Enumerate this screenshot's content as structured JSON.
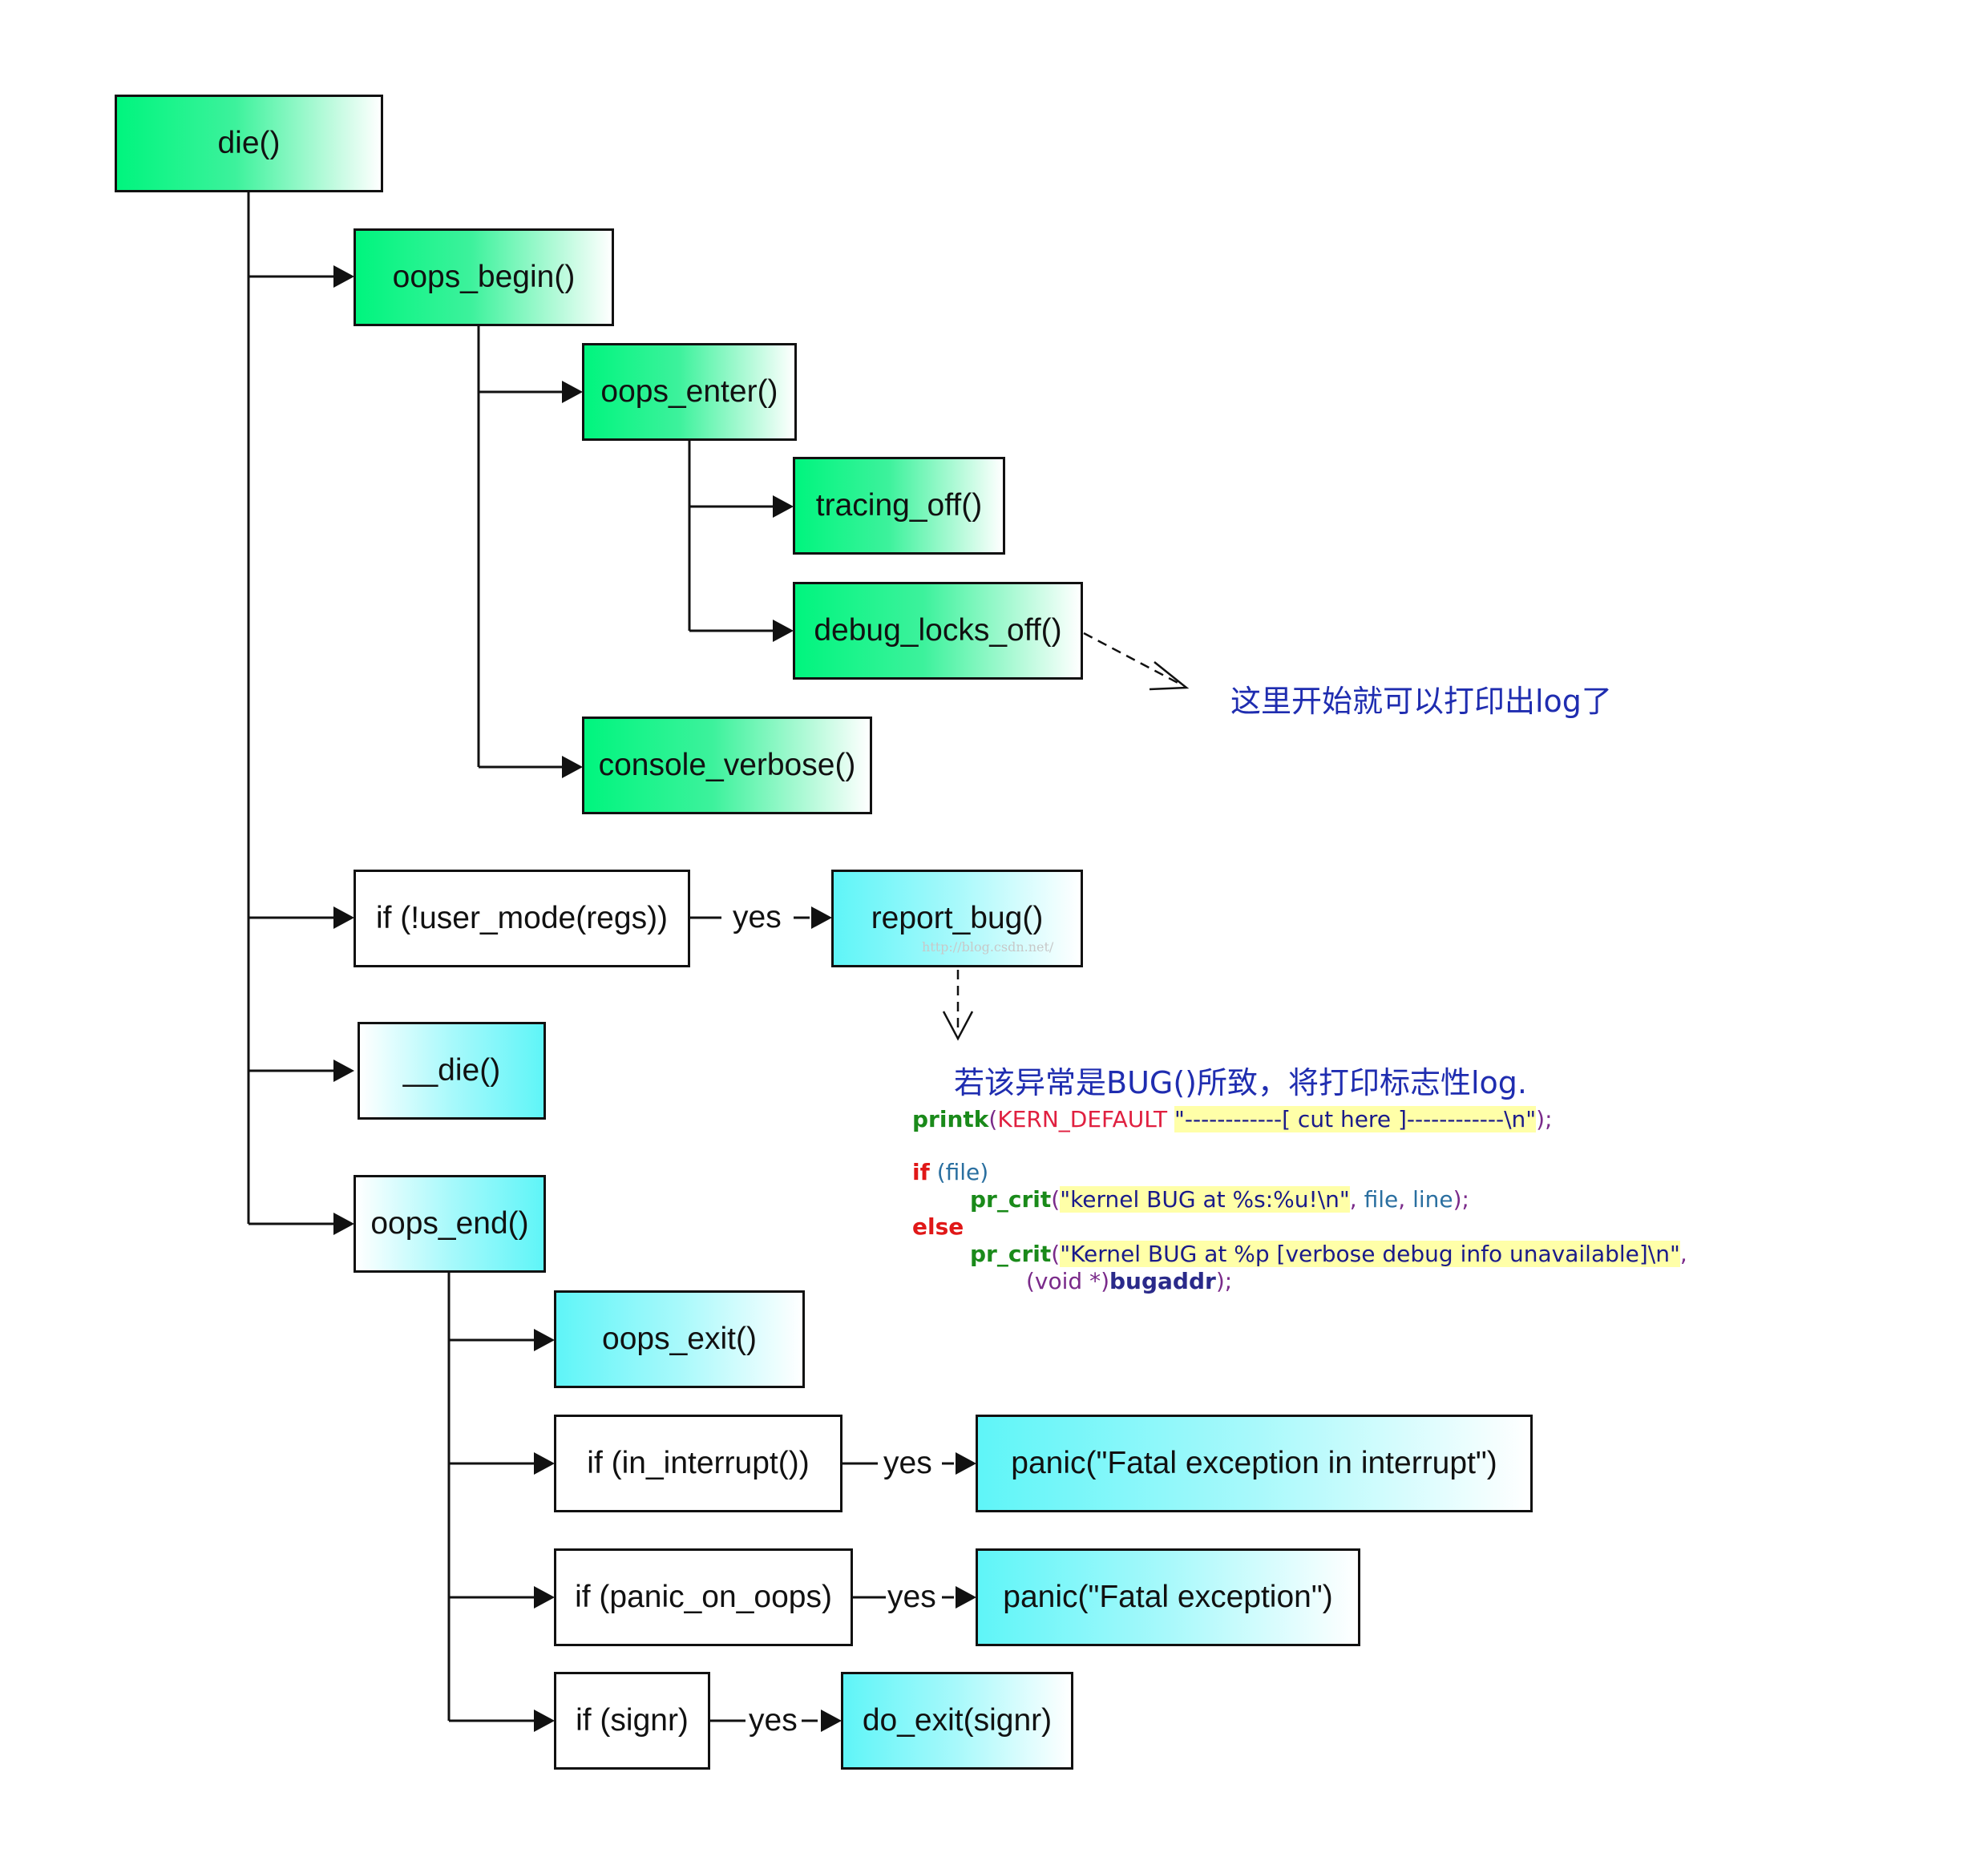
{
  "nodes": {
    "die": "die()",
    "oops_begin": "oops_begin()",
    "oops_enter": "oops_enter()",
    "tracing_off": "tracing_off()",
    "debug_locks_off": "debug_locks_off()",
    "console_verbose": "console_verbose()",
    "cond_user_mode": "if (!user_mode(regs))",
    "report_bug": "report_bug()",
    "__die": "__die()",
    "oops_end": "oops_end()",
    "oops_exit": "oops_exit()",
    "cond_in_interrupt": "if (in_interrupt())",
    "panic_interrupt": "panic(\"Fatal exception in interrupt\")",
    "cond_panic_on_oops": "if (panic_on_oops)",
    "panic_fatal": "panic(\"Fatal exception\")",
    "cond_signr": "if (signr)",
    "do_exit": "do_exit(signr)"
  },
  "edge_labels": {
    "yes": "yes"
  },
  "notes": {
    "log_start": "这里开始就可以打印出log了",
    "bug_note": "若该异常是BUG()所致，将打印标志性log."
  },
  "code": {
    "printk": "printk",
    "kern_default": "KERN_DEFAULT",
    "cut_here": "\"------------[ cut here ]------------\\n\"",
    "if_kw": "if",
    "file_arg": "(file)",
    "pr_crit": "pr_crit",
    "bug_fmt": "\"kernel BUG at %s:%u!\\n\"",
    "file": "file",
    "line": "line",
    "else_kw": "else",
    "bug_fmt2": "\"Kernel BUG at %p [verbose debug info unavailable]\\n\"",
    "void_cast": "(void *)",
    "bugaddr": "bugaddr"
  },
  "watermark": "http://blog.csdn.net/",
  "colors": {
    "green_fill": "#00f57e",
    "cyan_fill": "#5ff5f8",
    "note_text": "#1f2db0"
  }
}
